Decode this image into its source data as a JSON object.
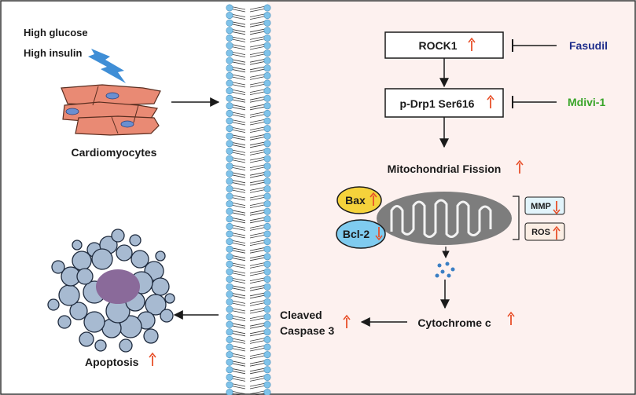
{
  "stimulus": {
    "line1": "High glucose",
    "line2": "High insulin"
  },
  "cell_label": "Cardiomyocytes",
  "apoptosis_label": "Apoptosis",
  "pathway": {
    "rock1": "ROCK1",
    "pdrp1": "p-Drp1 Ser616",
    "fission": "Mitochondrial Fission",
    "bax": "Bax",
    "bcl2": "Bcl-2",
    "mmp": "MMP",
    "ros": "ROS",
    "cytochrome": "Cytochrome c",
    "caspase_line1": "Cleaved",
    "caspase_line2": "Caspase 3"
  },
  "inhibitors": {
    "fasudil": "Fasudil",
    "mdivi": "Mdivi-1"
  },
  "colors": {
    "up_arrow": "#e8502a",
    "down_arrow": "#e8502a",
    "fasudil": "#1f2e8c",
    "mdivi": "#3aa52a",
    "right_panel_bg": "#fdf1ef",
    "membrane_head": "#7fc3ea",
    "bax_fill": "#f5d23b",
    "bcl2_fill": "#7fcbef",
    "mitochondrion": "#7d7d7d",
    "cell_fill": "#e98a74",
    "nucleus_fill": "#6a8fd0",
    "apoptotic_body": "#a7bad1",
    "apoptotic_nucleus": "#8a6a9a",
    "mmp_box": "#e2f4fb",
    "ros_box": "#fbeee4",
    "lightning": "#3f8ed6"
  }
}
